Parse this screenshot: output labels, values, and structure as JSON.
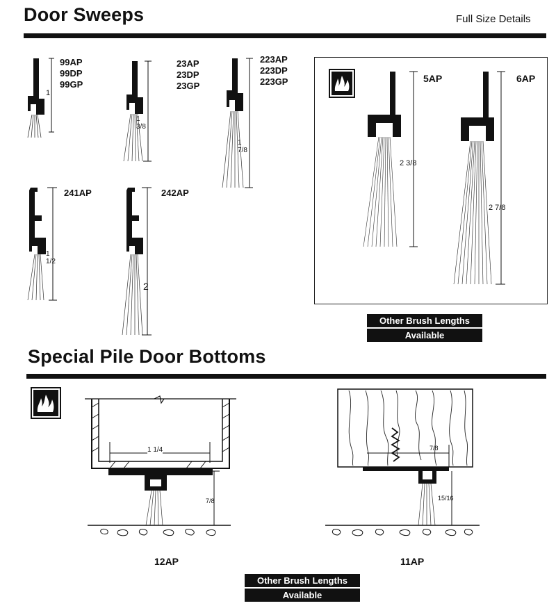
{
  "header": {
    "title": "Door Sweeps",
    "subtitle": "Full Size Details"
  },
  "sweeps": [
    {
      "id": "s99",
      "models": [
        "99AP",
        "99DP",
        "99GP"
      ],
      "dimension": "1"
    },
    {
      "id": "s23",
      "models": [
        "23AP",
        "23DP",
        "23GP"
      ],
      "dimension": "1 3/8"
    },
    {
      "id": "s223",
      "models": [
        "223AP",
        "223DP",
        "223GP"
      ],
      "dimension": "1 7/8"
    },
    {
      "id": "s241",
      "models": [
        "241AP"
      ],
      "dimension": "1 1/2"
    },
    {
      "id": "s242",
      "models": [
        "242AP"
      ],
      "dimension": "2"
    }
  ],
  "fire_rated_panel": {
    "icon": "fire-rated-icon",
    "items": [
      {
        "model": "5AP",
        "dimension": "2 3/8"
      },
      {
        "model": "6AP",
        "dimension": "2 7/8"
      }
    ]
  },
  "note_sweeps": {
    "line1": "Other Brush Lengths",
    "line2": "Available"
  },
  "section2": {
    "title": "Special Pile Door Bottoms",
    "icon": "fire-rated-icon",
    "items": [
      {
        "model": "12AP",
        "dim_width": "1 1/4",
        "dim_height": "7/8"
      },
      {
        "model": "11AP",
        "dim_width": "7/8",
        "dim_height": "15/16"
      }
    ]
  },
  "note_bottoms": {
    "line1": "Other Brush Lengths",
    "line2": "Available"
  }
}
